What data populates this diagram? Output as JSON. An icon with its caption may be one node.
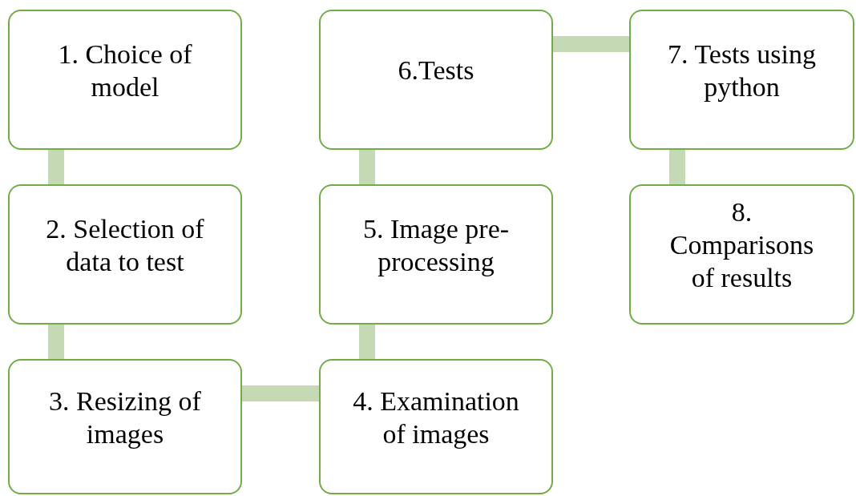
{
  "diagram": {
    "nodes": [
      {
        "text": [
          "1. Choice of model"
        ]
      },
      {
        "text": [
          "2. Selection of data to test"
        ]
      },
      {
        "text": [
          "3. Resizing of images"
        ]
      },
      {
        "text": [
          "4. Examination of images"
        ]
      },
      {
        "text": [
          "5. Image pre-processing"
        ]
      },
      {
        "text": [
          "6.Tests"
        ]
      },
      {
        "text": [
          "7. Tests using python"
        ]
      },
      {
        "text": [
          "8. Comparisons of results"
        ]
      }
    ],
    "edges": [
      {
        "from": 0,
        "to": 1,
        "arrow": "none"
      },
      {
        "from": 1,
        "to": 2,
        "arrow": "none"
      },
      {
        "from": 2,
        "to": 3,
        "arrow": "none"
      },
      {
        "from": 3,
        "to": 4,
        "arrow": "none"
      },
      {
        "from": 4,
        "to": 5,
        "arrow": "none"
      },
      {
        "from": 5,
        "to": 6,
        "arrow": "none"
      },
      {
        "from": 6,
        "to": 7,
        "arrow": "none"
      }
    ]
  }
}
